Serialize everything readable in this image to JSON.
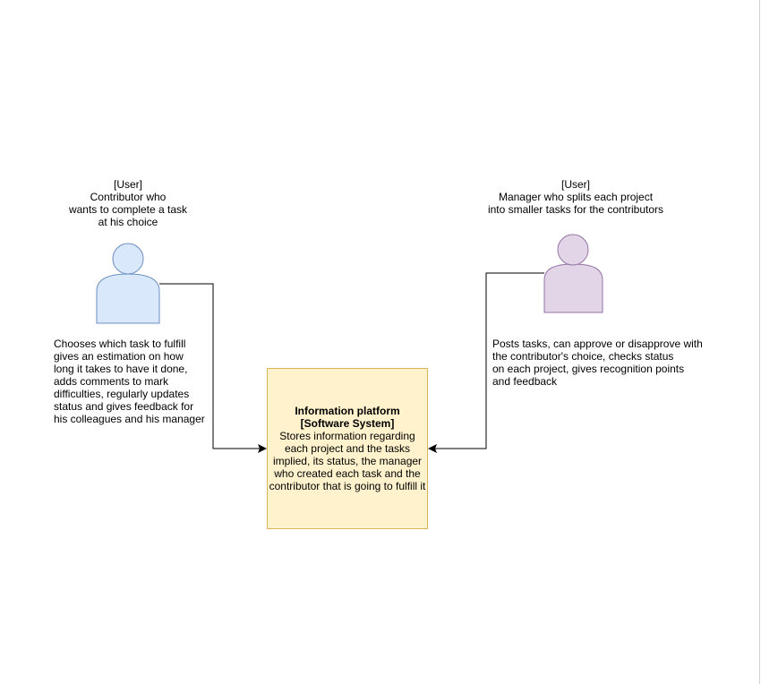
{
  "contributor": {
    "header_lines": [
      "[User]",
      "Contributor who",
      "wants to complete a task",
      "at his choice"
    ],
    "description_lines": [
      "Chooses which task to fulfill",
      "gives an estimation on how",
      "long it takes to have it done,",
      "adds comments to mark",
      "difficulties, regularly updates",
      "status and gives feedback for",
      "his colleagues and his manager"
    ],
    "fill": "#dae8fc",
    "stroke": "#6c8ebf"
  },
  "manager": {
    "header_lines": [
      "[User]",
      "Manager who splits each project",
      "into smaller tasks for the contributors"
    ],
    "description_lines": [
      "Posts tasks, can approve or disapprove with",
      "the contributor's choice, checks status",
      "on each project, gives recognition points",
      "and feedback"
    ],
    "fill": "#e1d5e7",
    "stroke": "#9673a6"
  },
  "system": {
    "title": "Information platform",
    "type_label": "[Software System]",
    "description_lines": [
      "Stores information regarding",
      "each project and the tasks",
      "implied, its status, the manager",
      "who created each task and the",
      "contributor that is going to fulfill it"
    ],
    "fill": "#fff2cc",
    "stroke": "#d6b656"
  }
}
